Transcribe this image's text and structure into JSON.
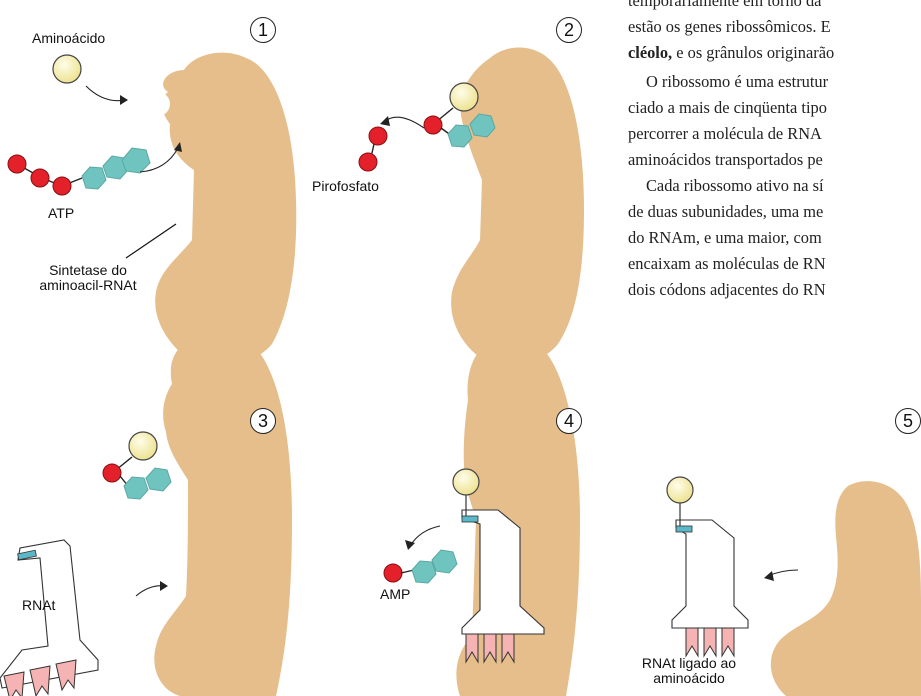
{
  "labels": {
    "aminoacido": "Aminoácido",
    "atp": "ATP",
    "sintetase_l1": "Sintetase do",
    "sintetase_l2": "aminoacil-RNAt",
    "pirofosfato": "Pirofosfato",
    "rnat": "RNAt",
    "amp": "AMP",
    "rnat_ligado_l1": "RNAt ligado ao",
    "rnat_ligado_l2": "aminoácido"
  },
  "steps": [
    "1",
    "2",
    "3",
    "4",
    "5"
  ],
  "text": {
    "l1": "temporariamente em torno da",
    "l2": "estão os genes ribossômicos. E",
    "l3_bold": "cléolo,",
    "l3_rest": " e os grânulos originarão",
    "l4": "O ribossomo é uma estrutur",
    "l5": "ciado a mais de cinqüenta tipo",
    "l6": "percorrer a molécula de RNA",
    "l7": "aminoácidos transportados pe",
    "l8": "Cada ribossomo ativo na sí",
    "l9": "de duas subunidades, uma me",
    "l10": "do RNAm, e uma maior, com",
    "l11": "encaixam as moléculas de RN",
    "l12": "dois códons adjacentes do RN"
  },
  "colors": {
    "enzyme": "#E5BE8C",
    "amino_acid": "#F4EEA0",
    "phosphate": "#E4202A",
    "adenosine": "#70C4BF",
    "codon": "#F6B3B3",
    "tip": "#5BB8C8"
  }
}
